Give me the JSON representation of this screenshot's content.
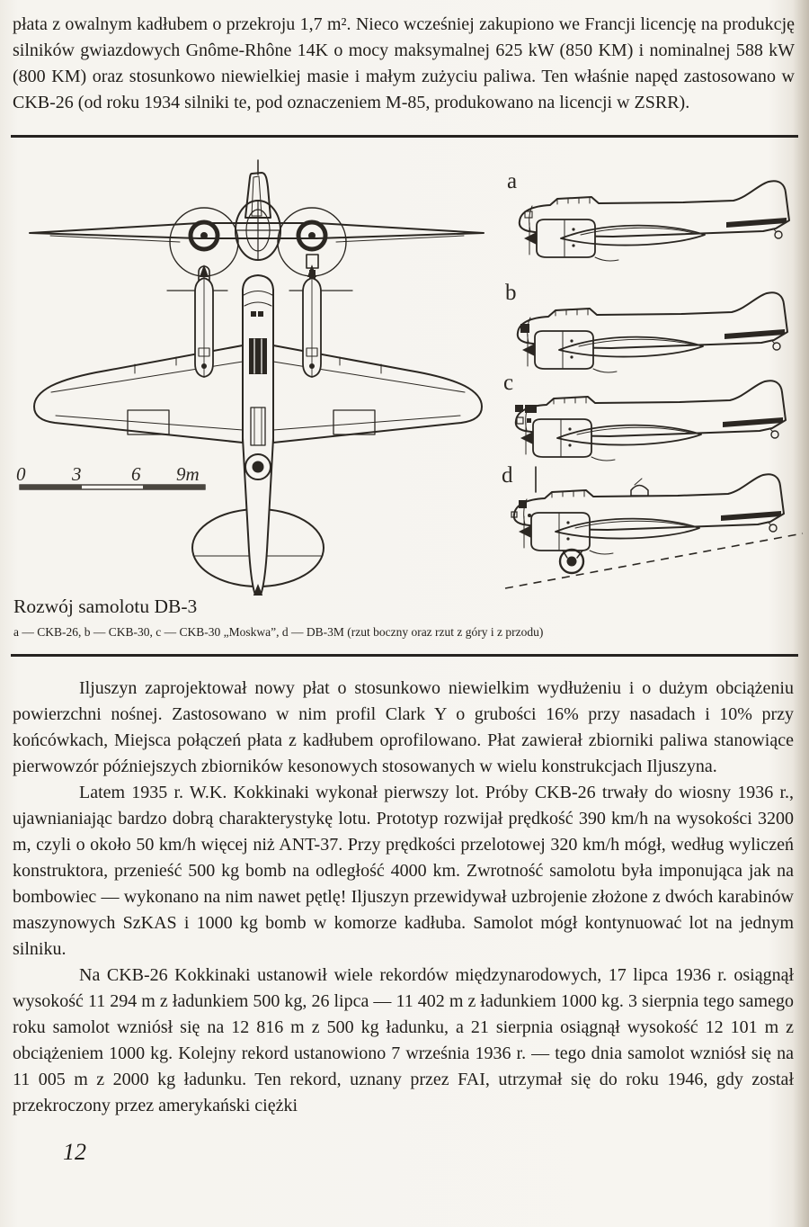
{
  "page_number": "12",
  "intro": "płata z owalnym kadłubem o przekroju 1,7 m². Nieco wcześniej zakupiono we Francji licencję na produkcję silników gwiazdowych Gnôme-Rhône 14K o mocy maksymalnej 625 kW (850 KM) i nominalnej 588 kW (800 KM) oraz stosunkowo niewielkiej masie i małym zużyciu paliwa. Ten właśnie napęd zastosowano w CKB-26 (od roku 1934 silniki te, pod oznaczeniem M-85, produkowano na licencji w ZSRR).",
  "figure": {
    "caption": "Rozwój samolotu DB-3",
    "legend": "a — CKB-26, b — CKB-30, c — CKB-30 „Moskwa”, d — DB-3M (rzut boczny oraz rzut z góry i z przodu)",
    "labels": [
      "a",
      "b",
      "c",
      "d"
    ],
    "scale": [
      "0",
      "3",
      "6",
      "9m"
    ]
  },
  "paragraphs": [
    "Iljuszyn zaprojektował nowy płat o stosunkowo niewielkim wydłużeniu i o dużym obciążeniu powierzchni nośnej. Zastosowano w nim profil Clark Y o grubości 16% przy nasadach i 10% przy końcówkach, Miejsca połączeń płata z kadłubem oprofilowano. Płat zawierał zbiorniki paliwa stanowiące pierwowzór późniejszych zbiorników kesonowych stosowanych w wielu konstrukcjach Iljuszyna.",
    "Latem 1935 r. W.K. Kokkinaki wykonał pierwszy lot. Próby CKB-26 trwały do wiosny 1936 r., ujawnianiając bardzo dobrą charakterystykę lotu. Prototyp rozwijał prędkość 390 km/h na wysokości 3200 m, czyli o około 50 km/h więcej niż ANT-37. Przy prędkości przelotowej 320 km/h mógł, według wyliczeń konstruktora, przenieść 500 kg bomb na odległość 4000 km. Zwrotność samolotu była imponująca jak na bombowiec — wykonano na nim nawet pętlę! Iljuszyn przewidywał uzbrojenie złożone z dwóch karabinów maszynowych SzKAS i 1000 kg bomb w komorze kadłuba. Samolot mógł kontynuować lot na jednym silniku.",
    "Na CKB-26 Kokkinaki ustanowił wiele rekordów międzynarodowych, 17 lipca 1936 r. osiągnął wysokość 11 294 m z ładunkiem 500 kg, 26 lipca — 11 402 m z ładunkiem 1000 kg. 3 sierpnia tego samego roku samolot wzniósł się na 12 816 m z 500 kg ładunku, a 21 sierpnia osiągnął wysokość 12 101 m z obciążeniem 1000 kg. Kolejny rekord ustanowiono 7 września 1936 r. — tego dnia samolot wzniósł się na 11 005 m z 2000 kg ładunku. Ten rekord, uznany przez FAI, utrzymał się do roku 1946, gdy został przekroczony przez amerykański ciężki"
  ]
}
